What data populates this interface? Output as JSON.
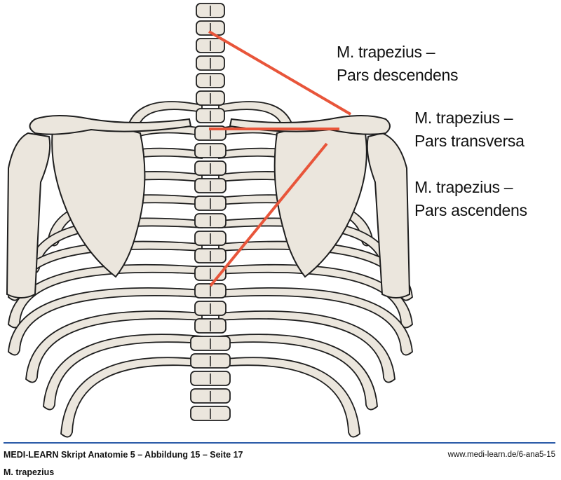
{
  "labels": {
    "descendens": {
      "line1": "M. trapezius –",
      "line2": "Pars descendens"
    },
    "transversa": {
      "line1": "M. trapezius –",
      "line2": "Pars transversa"
    },
    "ascendens": {
      "line1": "M. trapezius –",
      "line2": "Pars ascendens"
    }
  },
  "footer": {
    "source": "MEDI-LEARN Skript Anatomie 5 – Abbildung 15 – Seite 17",
    "url": "www.medi-learn.de/6-ana5-15",
    "caption": "M. trapezius"
  },
  "colors": {
    "bone": "#ebe6dd",
    "outline": "#1e1e1e",
    "muscle_line": "#e8553a",
    "rule": "#2a5aa8"
  }
}
